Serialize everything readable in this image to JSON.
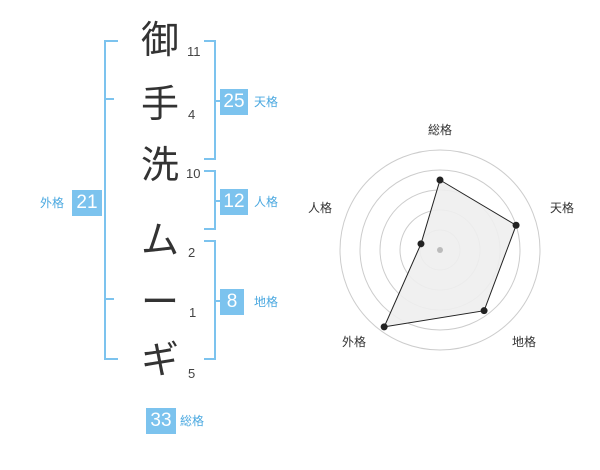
{
  "name_chars": [
    {
      "char": "御",
      "strokes": "11"
    },
    {
      "char": "手",
      "strokes": "4"
    },
    {
      "char": "洗",
      "strokes": "10"
    },
    {
      "char": "ム",
      "strokes": "2"
    },
    {
      "char": "ー",
      "strokes": "1"
    },
    {
      "char": "ギ",
      "strokes": "5"
    }
  ],
  "kaku": {
    "tenkaku": {
      "value": "25",
      "label": "天格"
    },
    "jinkaku": {
      "value": "12",
      "label": "人格"
    },
    "chikaku": {
      "value": "8",
      "label": "地格"
    },
    "gaikaku": {
      "value": "21",
      "label": "外格"
    },
    "soukaku": {
      "value": "33",
      "label": "総格"
    }
  },
  "radar": {
    "axes": [
      "総格",
      "天格",
      "地格",
      "外格",
      "人格"
    ],
    "values": [
      0.7,
      0.8,
      0.75,
      0.95,
      0.2
    ],
    "colors": {
      "fill": "#eeeeee",
      "line": "#222222",
      "grid": "#cccccc",
      "point": "#222222",
      "center": "#bbbbbb"
    }
  }
}
